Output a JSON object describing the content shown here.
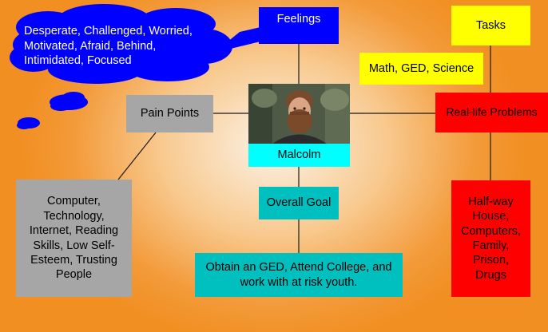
{
  "feelings": {
    "title": "Feelings",
    "items": "Desperate, Challenged, Worried, Motivated, Afraid, Behind, Intimidated, Focused"
  },
  "tasks": {
    "title": "Tasks",
    "items": "Math, GED, Science"
  },
  "pain_points": {
    "title": "Pain Points",
    "items": "Computer, Technology, Internet, Reading Skills, Low Self-Esteem, Trusting People"
  },
  "real_life_problems": {
    "title": "Real-life Problems",
    "items": "Half-way House, Computers, Family, Prison, Drugs"
  },
  "persona": {
    "name": "Malcolm"
  },
  "overall_goal": {
    "title": "Overall Goal",
    "text": "Obtain an GED, Attend College, and work with at risk youth."
  },
  "colors": {
    "feelings": "#0000ff",
    "tasks": "#ffff00",
    "pain_points": "#a6a6a6",
    "real_life_problems": "#ff0000",
    "name": "#00ffff",
    "goal": "#00bfbf"
  }
}
